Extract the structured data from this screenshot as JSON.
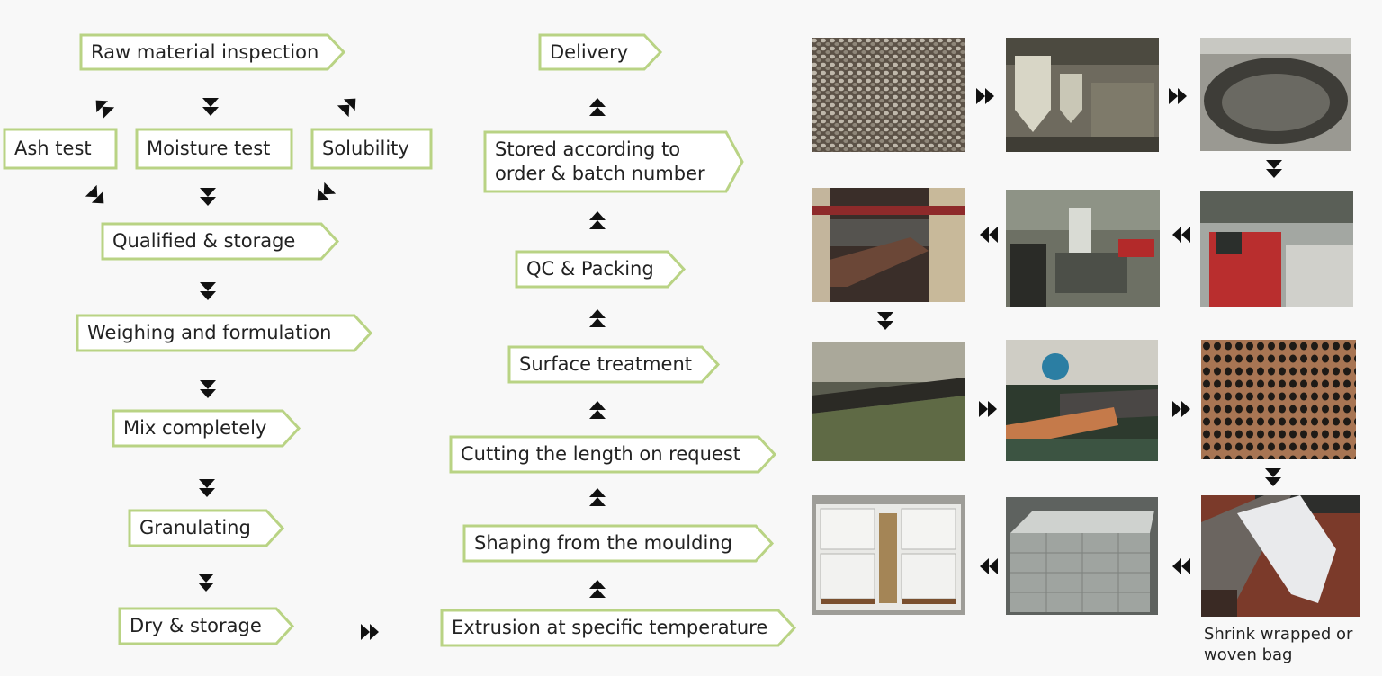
{
  "steps": {
    "raw_material_inspection": "Raw material inspection",
    "ash_test": "Ash test",
    "moisture_test": "Moisture test",
    "solubility": "Solubility",
    "qualified_storage": "Qualified & storage",
    "weighing_formulation": "Weighing and formulation",
    "mix_completely": "Mix completely",
    "granulating": "Granulating",
    "dry_storage": "Dry & storage",
    "extrusion": "Extrusion at specific temperature",
    "shaping": "Shaping from the moulding",
    "cutting": "Cutting the length on request",
    "surface_treatment": "Surface treatment",
    "qc_packing": "QC & Packing",
    "stored_line1": "Stored according to",
    "stored_line2": "order & batch number",
    "delivery": "Delivery"
  },
  "photo_caption": {
    "line1": "Shrink wrapped or",
    "line2": "woven bag"
  },
  "colors": {
    "box_border": "#b9d384",
    "box_fill": "#ffffff",
    "arrow": "#111111",
    "background": "#f8f8f8"
  },
  "icons": {
    "arrow": "double-triangle-arrow-icon"
  }
}
